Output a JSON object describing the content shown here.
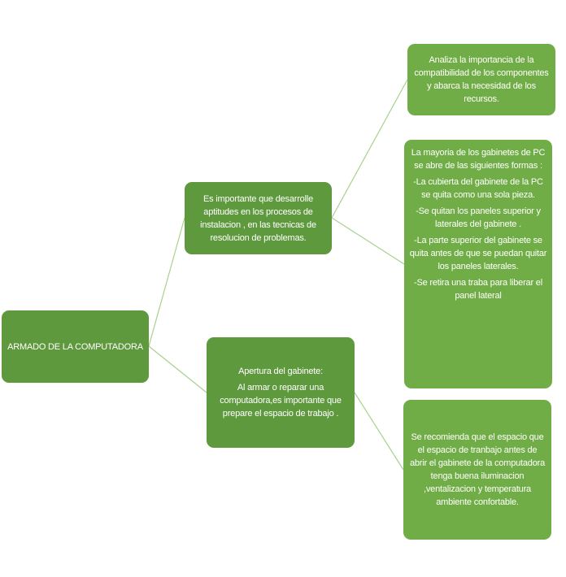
{
  "root": {
    "text": "ARMADO DE LA COMPUTADORA"
  },
  "branch1": {
    "text": "Es importante que desarrolle aptitudes en los procesos de instalacion , en las tecnicas de resolucion de problemas."
  },
  "branch2": {
    "title": "Apertura del gabinete:",
    "text": "Al armar o reparar una computadora,es importante que prepare el espacio de trabajo ."
  },
  "leaf1": {
    "text": "Analiza la importancia de la compatibilidad de los componentes y abarca la necesidad de los recursos."
  },
  "leaf2": {
    "paragraphs": [
      "La mayoria de los gabinetes de PC se abre de las siguientes formas :",
      "-La cubierta del gabinete de la PC se quita como una sola pieza.",
      "-Se quitan los paneles superior y laterales del gabinete .",
      "-La parte superior del gabinete se quita antes de que se puedan quitar los paneles laterales.",
      "-Se retira una traba para liberar el panel lateral"
    ]
  },
  "leaf3": {
    "text": "Se recomienda que el espacio que el espacio de tranbajo antes de abrir el gabinete de la computadora tenga buena iluminacion ,ventalizacion y temperatura ambiente confortable."
  },
  "colors": {
    "dark": "#5f993d",
    "light": "#71ad47",
    "connector": "#a9d18e"
  }
}
